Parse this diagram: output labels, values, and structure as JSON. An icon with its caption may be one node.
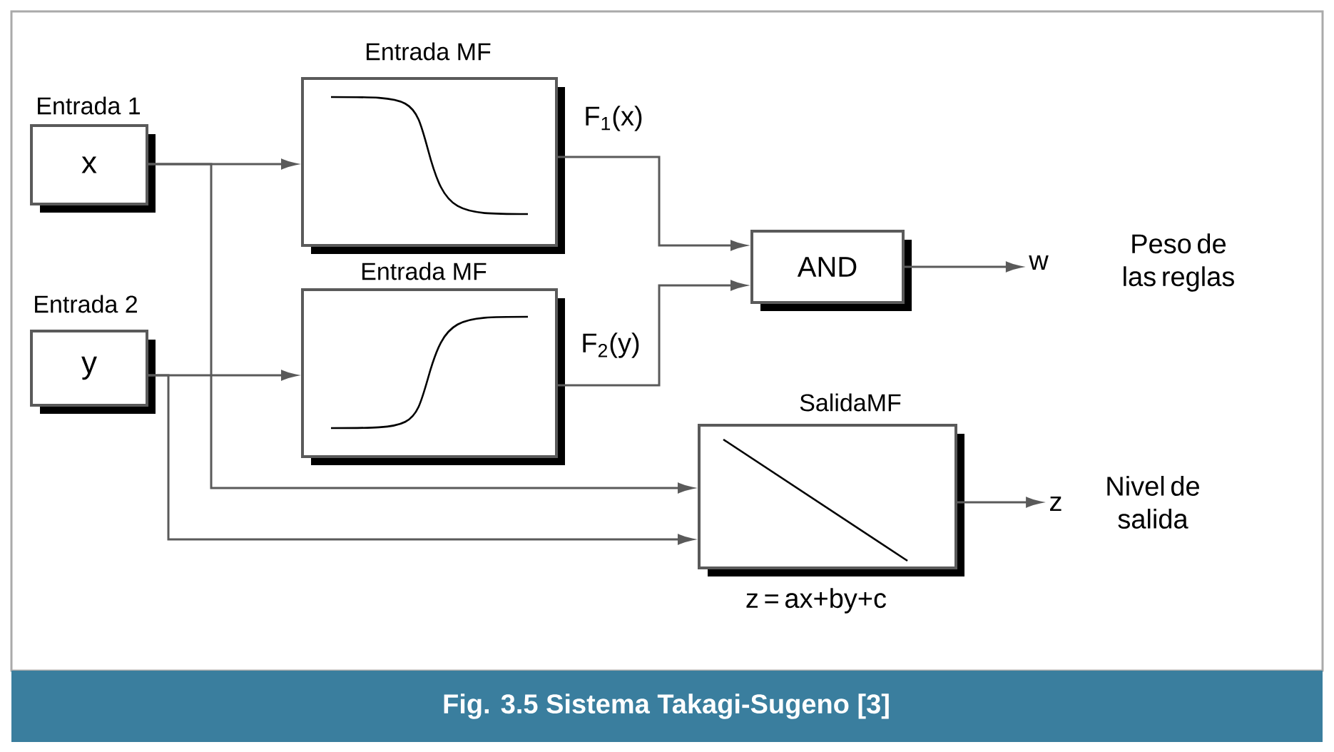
{
  "diagram": {
    "caption": "Fig. 3.5 Sistema Takagi-Sugeno [3]",
    "nodes": [
      {
        "text": [
          "Entrada 1",
          "x"
        ]
      },
      {
        "text": [
          "Entrada 2",
          "y"
        ]
      },
      {
        "text": [
          "Entrada MF"
        ]
      },
      {
        "text": [
          "Entrada MF"
        ]
      },
      {
        "text": [
          "AND"
        ]
      },
      {
        "text": [
          "SalidaMF"
        ],
        "beside": [
          "z = ax+by+c"
        ]
      },
      {
        "text": [
          "w"
        ],
        "beside": [
          "Peso de las reglas"
        ]
      },
      {
        "text": [
          "z"
        ],
        "beside": [
          "Nivel de salida"
        ]
      }
    ],
    "edges": [
      {
        "from": 0,
        "to": 2,
        "arrow": "to"
      },
      {
        "from": 1,
        "to": 3,
        "arrow": "to"
      },
      {
        "from": 2,
        "to": 4,
        "arrow": "to",
        "label": "F$_{1}$(x)"
      },
      {
        "from": 3,
        "to": 4,
        "arrow": "to",
        "label": "F$_{2}$(y)"
      },
      {
        "from": 0,
        "to": 5,
        "arrow": "to"
      },
      {
        "from": 1,
        "to": 5,
        "arrow": "to"
      },
      {
        "from": 4,
        "to": 6,
        "arrow": "to"
      },
      {
        "from": 5,
        "to": 7,
        "arrow": "to"
      }
    ]
  }
}
